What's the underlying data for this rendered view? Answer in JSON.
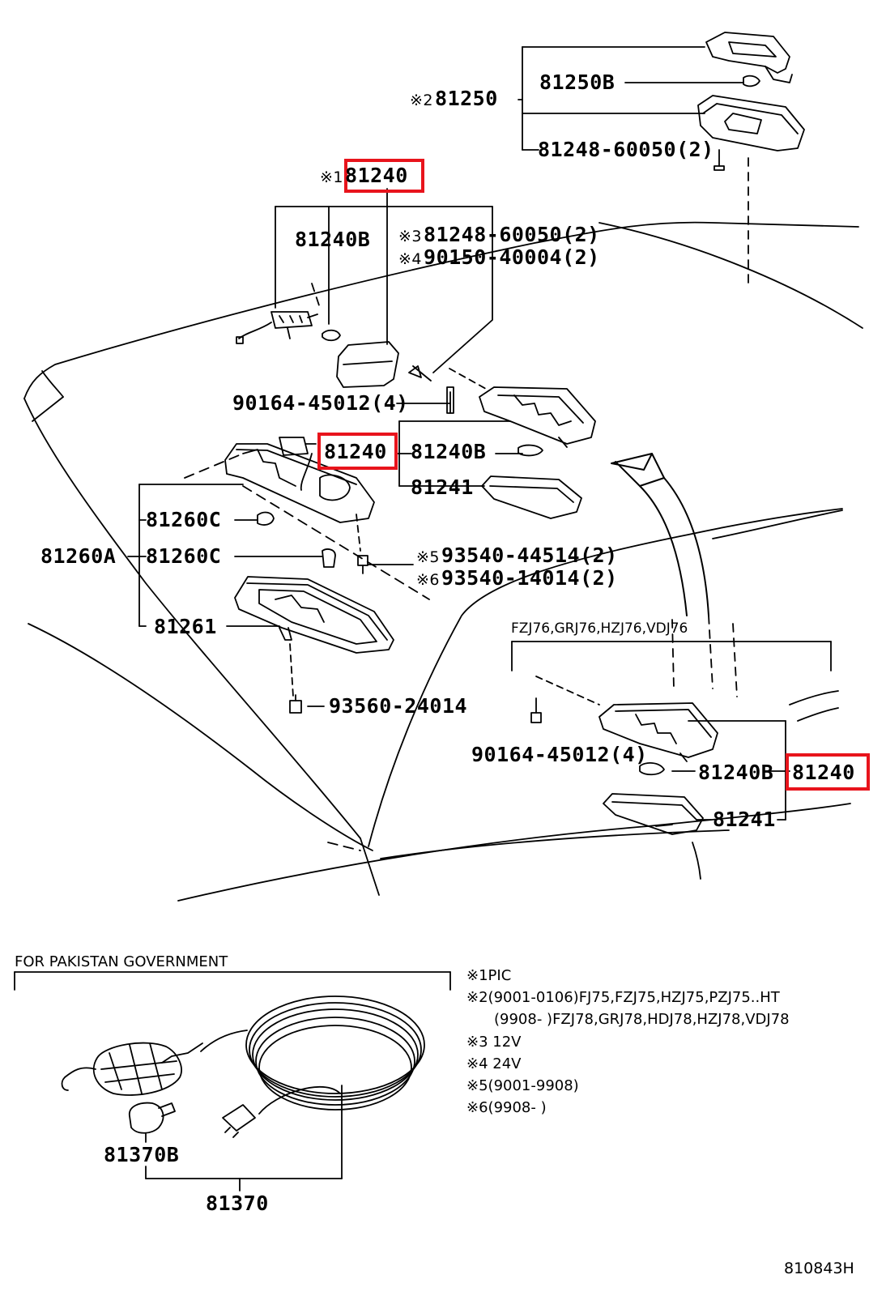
{
  "colors": {
    "ink": "#000000",
    "highlight": "#e8141c",
    "paper": "#ffffff"
  },
  "labels": {
    "p81250": {
      "mark": "※2",
      "text": "81250"
    },
    "p81250b": "81250B",
    "p81248_top": "81248-60050(2)",
    "p81240_main": {
      "mark": "※1",
      "text": "81240"
    },
    "p81240b_a": "81240B",
    "p81248_mid": {
      "mark": "※3",
      "text": "81248-60050(2)"
    },
    "p90150": {
      "mark": "※4",
      "text": "90150-40004(2)"
    },
    "p90164_a": "90164-45012(4)",
    "p81240_mid": "81240",
    "p81240b_b": "81240B",
    "p81241_a": "81241",
    "p81260c_a": "81260C",
    "p81260a": "81260A",
    "p81260c_b": "81260C",
    "p93540_a": {
      "mark": "※5",
      "text": "93540-44514(2)"
    },
    "p93540_b": {
      "mark": "※6",
      "text": "93540-14014(2)"
    },
    "p81261": "81261",
    "p93560": "93560-24014",
    "models": "FZJ76,GRJ76,HZJ76,VDJ76",
    "p90164_b": "90164-45012(4)",
    "p81240b_c": "81240B",
    "p81240_right": "81240",
    "p81241_b": "81241",
    "pakistan": "FOR PAKISTAN GOVERNMENT",
    "p81370b": "81370B",
    "p81370": "81370",
    "ref": "810843H"
  },
  "notes": [
    {
      "mark": "※1",
      "text": "PIC"
    },
    {
      "mark": "※2",
      "text": "(9001-0106)FJ75,FZJ75,HZJ75,PZJ75..HT"
    },
    {
      "mark": "",
      "text": "(9908-      )FZJ78,GRJ78,HDJ78,HZJ78,VDJ78"
    },
    {
      "mark": "※3",
      "text": "12V"
    },
    {
      "mark": "※4",
      "text": "24V"
    },
    {
      "mark": "※5",
      "text": "(9001-9908)"
    },
    {
      "mark": "※6",
      "text": "(9908-      )"
    }
  ]
}
